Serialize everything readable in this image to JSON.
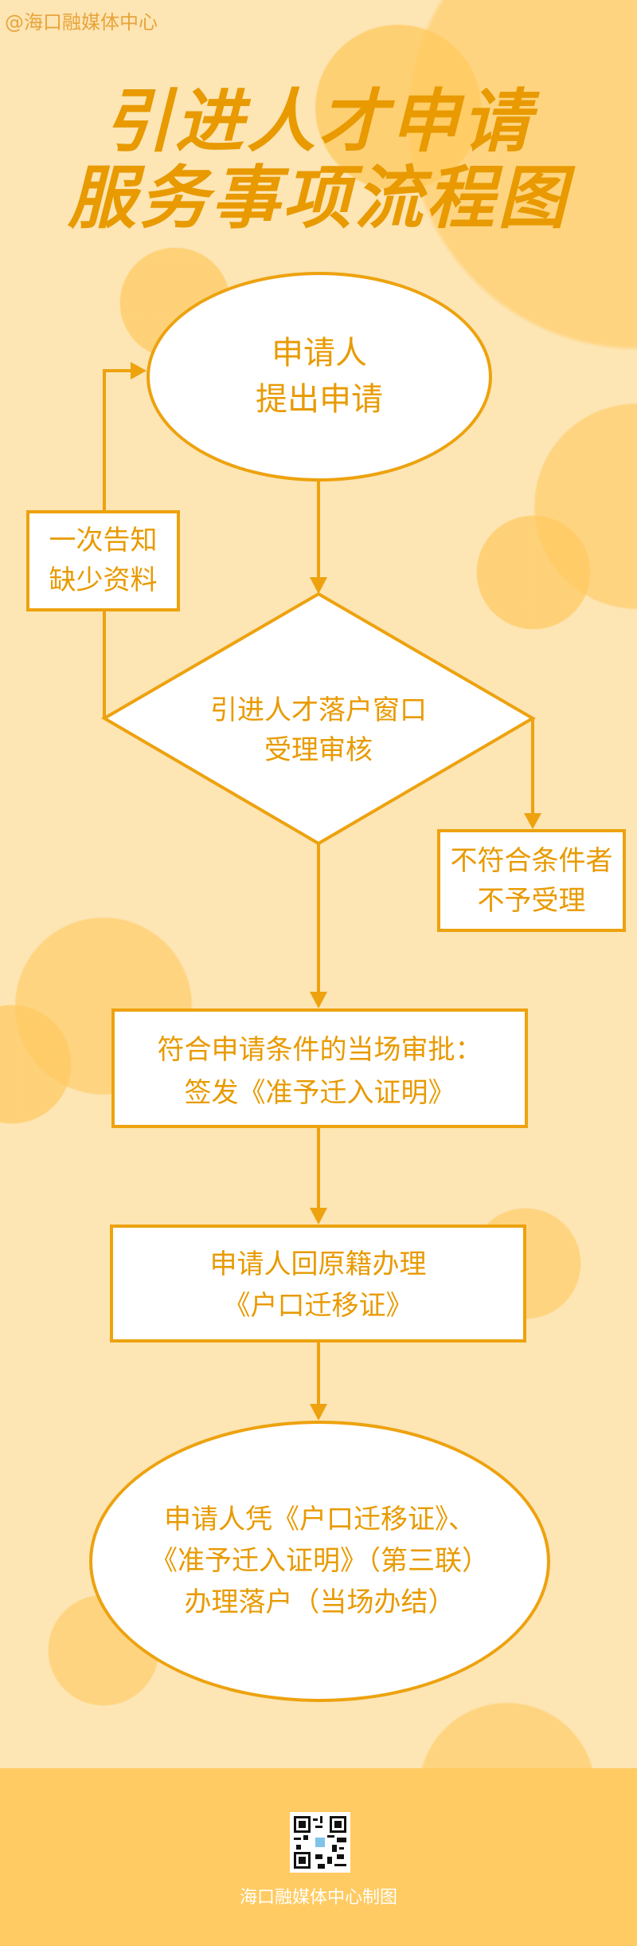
{
  "watermark": "@海口融媒体中心",
  "title": {
    "line1": "引进人才申请",
    "line2": "服务事项流程图"
  },
  "flow": {
    "start": {
      "line1": "申请人",
      "line2": "提出申请"
    },
    "notify": {
      "line1": "一次告知",
      "line2": "缺少资料"
    },
    "review": {
      "line1": "引进人才落户窗口",
      "line2": "受理审核"
    },
    "reject": {
      "line1": "不符合条件者",
      "line2": "不予受理"
    },
    "approve": {
      "line1": "符合申请条件的当场审批：",
      "line2": "签发《准予迁入证明》"
    },
    "migrate": {
      "line1": "申请人回原籍办理",
      "line2": "《户口迁移证》"
    },
    "end": {
      "line1": "申请人凭《户口迁移证》、",
      "line2": "《准予迁入证明》（第三联）",
      "line3": "办理落户（当场办结）"
    }
  },
  "footer": {
    "credit": "海口融媒体中心制图",
    "qr_icon": "qr-code-icon"
  },
  "colors": {
    "background": "#fde5b4",
    "accent": "#e89a00",
    "footer": "#ffcb62",
    "line": "#eda20e"
  }
}
